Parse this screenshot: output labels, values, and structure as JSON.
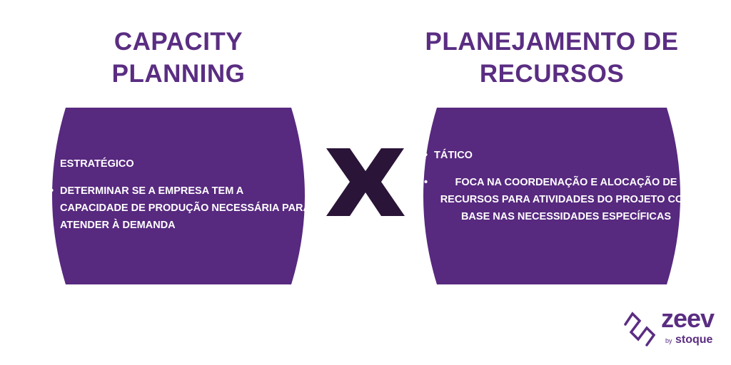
{
  "colors": {
    "purple": "#57297f",
    "title": "#5a2d82",
    "x_mark": "#2a1438"
  },
  "left": {
    "title_line1": "CAPACITY",
    "title_line2": "PLANNING",
    "bullets": [
      "ESTRATÉGICO",
      "DETERMINAR SE A EMPRESA TEM A CAPACIDADE DE PRODUÇÃO NECESSÁRIA PARA ATENDER À DEMANDA"
    ]
  },
  "right": {
    "title_line1": "PLANEJAMENTO DE",
    "title_line2": "RECURSOS",
    "bullets": [
      "TÁTICO",
      "FOCA NA COORDENAÇÃO E ALOCAÇÃO DE RECURSOS PARA ATIVIDADES DO PROJETO COM BASE NAS NECESSIDADES ESPECÍFICAS"
    ]
  },
  "versus_icon": "x-mark-icon",
  "logo": {
    "name": "zeev",
    "by": "by",
    "company": "stoque"
  }
}
